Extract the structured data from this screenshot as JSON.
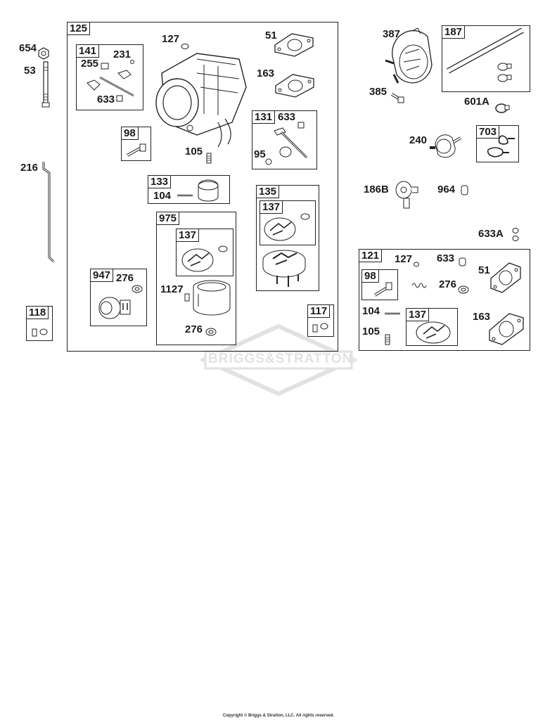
{
  "watermark": "BRIGGS&STRATTON",
  "copyright": "Copyright © Briggs & Stratton, LLC. All rights reserved.",
  "callouts": {
    "p654": "654",
    "p53": "53",
    "p216": "216",
    "p118_box": "118",
    "p125_box": "125",
    "p127a": "127",
    "p51a": "51",
    "p163a": "163",
    "p141_box": "141",
    "p231": "231",
    "p255": "255",
    "p633a": "633",
    "p98_box_a": "98",
    "p105a": "105",
    "p131_box": "131",
    "p633b": "633",
    "p95": "95",
    "p133_box": "133",
    "p104a": "104",
    "p975_box": "975",
    "p137a": "137",
    "p1127": "1127",
    "p276b": "276",
    "p135_box": "135",
    "p137b": "137",
    "p947_box": "947",
    "p276a": "276",
    "p117_box": "117",
    "p387": "387",
    "p385": "385",
    "p187_box": "187",
    "p601A": "601A",
    "p240": "240",
    "p703_box": "703",
    "p186B": "186B",
    "p964": "964",
    "p633A": "633A",
    "p121_box": "121",
    "p127b": "127",
    "p633c": "633",
    "p51b": "51",
    "p98_box_b": "98",
    "p276c": "276",
    "p104b": "104",
    "p105b": "105",
    "p137c": "137",
    "p163b": "163"
  },
  "icons": {
    "carburetor": "carburetor-icon",
    "fuel_pump": "fuel-pump-icon",
    "fuel_filter": "fuel-filter-icon",
    "gasket": "gasket-icon",
    "screw": "screw-icon",
    "solenoid": "solenoid-icon"
  }
}
